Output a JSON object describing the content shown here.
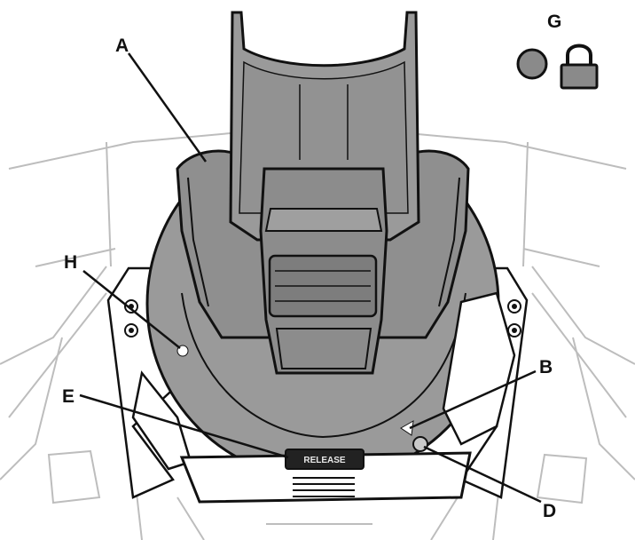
{
  "callouts": {
    "A": "A",
    "B": "B",
    "D": "D",
    "E": "E",
    "G": "G",
    "H": "H"
  },
  "release_label": "RELEASE",
  "legend_icons": [
    "neutral-circle-icon",
    "padlock-icon"
  ],
  "colors": {
    "line": "#111111",
    "part_fill": "#9a9a9a",
    "part_dark": "#7d7d7d",
    "background_lines": "#bdbdbd",
    "icon_fill": "#8a8a8a"
  }
}
